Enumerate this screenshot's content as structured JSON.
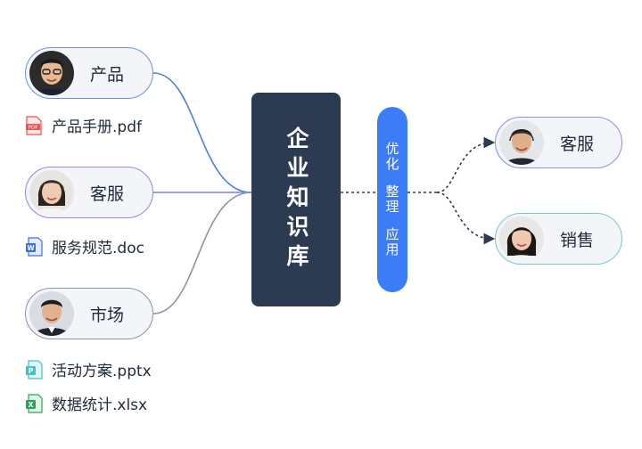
{
  "sources": [
    {
      "label": "产品",
      "avatar": "man-glasses-avatar"
    },
    {
      "label": "客服",
      "avatar": "woman-headset-avatar"
    },
    {
      "label": "市场",
      "avatar": "man-suit-avatar"
    }
  ],
  "files": [
    {
      "name": "产品手册.pdf",
      "icon": "pdf-file-icon",
      "icon_text": "PDF"
    },
    {
      "name": "服务规范.doc",
      "icon": "word-file-icon",
      "icon_text": "W"
    },
    {
      "name": "活动方案.pptx",
      "icon": "ppt-file-icon",
      "icon_text": "P"
    },
    {
      "name": "数据统计.xlsx",
      "icon": "excel-file-icon",
      "icon_text": "X"
    }
  ],
  "core": {
    "label": "企业知识库"
  },
  "process": {
    "steps": [
      "优化",
      "整理",
      "应用"
    ]
  },
  "outputs": [
    {
      "label": "客服",
      "avatar": "man-headset-avatar"
    },
    {
      "label": "销售",
      "avatar": "woman-headset-avatar"
    }
  ],
  "colors": {
    "core_bg": "#2c3a52",
    "process_bg": "#3d7cf7",
    "pill_bg": "#f3f5f9",
    "border_blue": "#6d8ef0",
    "border_indigo": "#8a8cf0",
    "border_gray": "#8a94a8",
    "border_teal": "#6fd0c8",
    "pdf": "#f05252",
    "word": "#3b6fe0",
    "ppt": "#3cc3c6",
    "excel": "#27a55a"
  }
}
